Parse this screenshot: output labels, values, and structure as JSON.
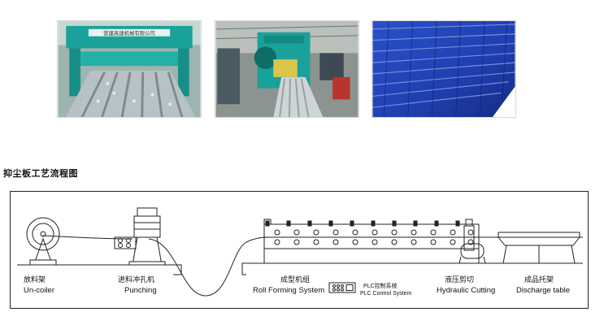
{
  "photos": [
    {
      "name": "deck-forming-machine",
      "sign_text": "营建高速机械有限公司"
    },
    {
      "name": "punching-machine"
    },
    {
      "name": "blue-roofing-panels"
    }
  ],
  "diagram": {
    "title": "抑尘板工艺流程图",
    "stages": {
      "uncoiler": {
        "cn": "放料架",
        "en": "Un-coiler"
      },
      "punching": {
        "cn": "进料冲孔机",
        "en": "Punching"
      },
      "forming": {
        "cn": "成型机组",
        "en": "Roll Forming System"
      },
      "plc": {
        "cn": "PLC控制系统",
        "en": "PLC Control System"
      },
      "cutting": {
        "cn": "液压剪切",
        "en": "Hydraulic Cutting"
      },
      "discharge": {
        "cn": "成品托架",
        "en": "Discharge table"
      }
    }
  },
  "colors": {
    "machine_teal": "#1aa29a",
    "panel_blue": "#1f3fb0",
    "line": "#222222"
  }
}
